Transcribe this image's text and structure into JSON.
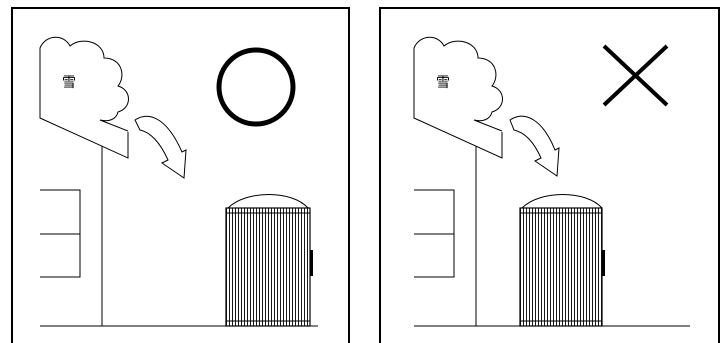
{
  "panels": [
    {
      "id": "correct",
      "symbol_name": "circle-mark",
      "snow_label": "雪"
    },
    {
      "id": "incorrect",
      "symbol_name": "cross-mark",
      "snow_label": "雪"
    }
  ],
  "colors": {
    "line": "#000000",
    "background": "#ffffff"
  }
}
